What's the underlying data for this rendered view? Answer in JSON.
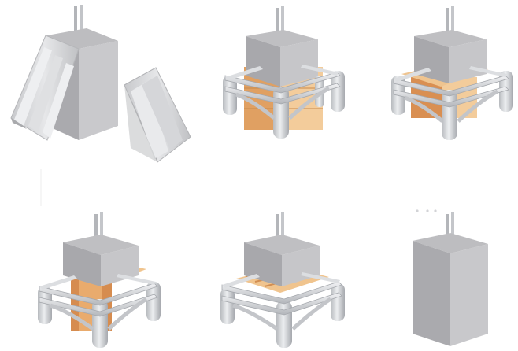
{
  "diagram": {
    "steps": [
      {
        "id": 1,
        "stage": "formwork-removed"
      },
      {
        "id": 2,
        "stage": "jacked-on-timber-cribs"
      },
      {
        "id": 3,
        "stage": "partial-crib-removal"
      },
      {
        "id": 4,
        "stage": "lowered-on-cribs"
      },
      {
        "id": 5,
        "stage": "on-thin-packing"
      },
      {
        "id": 6,
        "stage": "freestanding-column"
      }
    ],
    "colors": {
      "concrete_top": "#bdbdc0",
      "concrete_front": "#a9a9ad",
      "concrete_side": "#c6c6c9",
      "steel_light": "#e4e6e8",
      "steel_mid": "#c9cbcf",
      "steel_dark": "#a8abb0",
      "timber_light": "#f1c895",
      "timber_mid": "#e2a768",
      "timber_dark": "#c9834a",
      "rebar": "#b7b9bd",
      "formwork": "#d8d9dc"
    }
  }
}
